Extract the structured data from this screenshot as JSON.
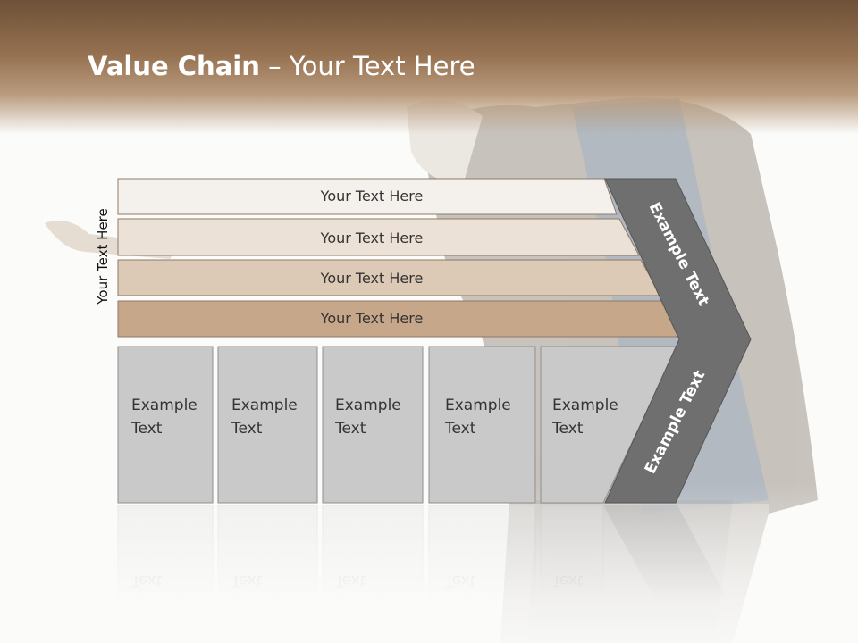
{
  "slide": {
    "title_bold": "Value Chain",
    "title_rest": " – Your Text Here",
    "side_label": "Your Text Here"
  },
  "bands": [
    {
      "label": "Your Text Here",
      "color": "#f4f1ec"
    },
    {
      "label": "Your Text Here",
      "color": "#ece1d6"
    },
    {
      "label": "Your Text Here",
      "color": "#dccab6"
    },
    {
      "label": "Your Text Here",
      "color": "#c6a78a"
    }
  ],
  "boxes": [
    {
      "line1": "Example",
      "line2": "Text"
    },
    {
      "line1": "Example",
      "line2": "Text"
    },
    {
      "line1": "Example",
      "line2": "Text"
    },
    {
      "line1": "Example",
      "line2": "Text"
    },
    {
      "line1": "Example",
      "line2": "Text"
    }
  ],
  "chevron": {
    "upper_label": "Example Text",
    "lower_label": "Example Text",
    "color": "#6f6f6f"
  },
  "colors": {
    "box_fill": "#c9c9c9",
    "box_border": "#8f8f8f",
    "header_brown": "#7a5a3e"
  }
}
